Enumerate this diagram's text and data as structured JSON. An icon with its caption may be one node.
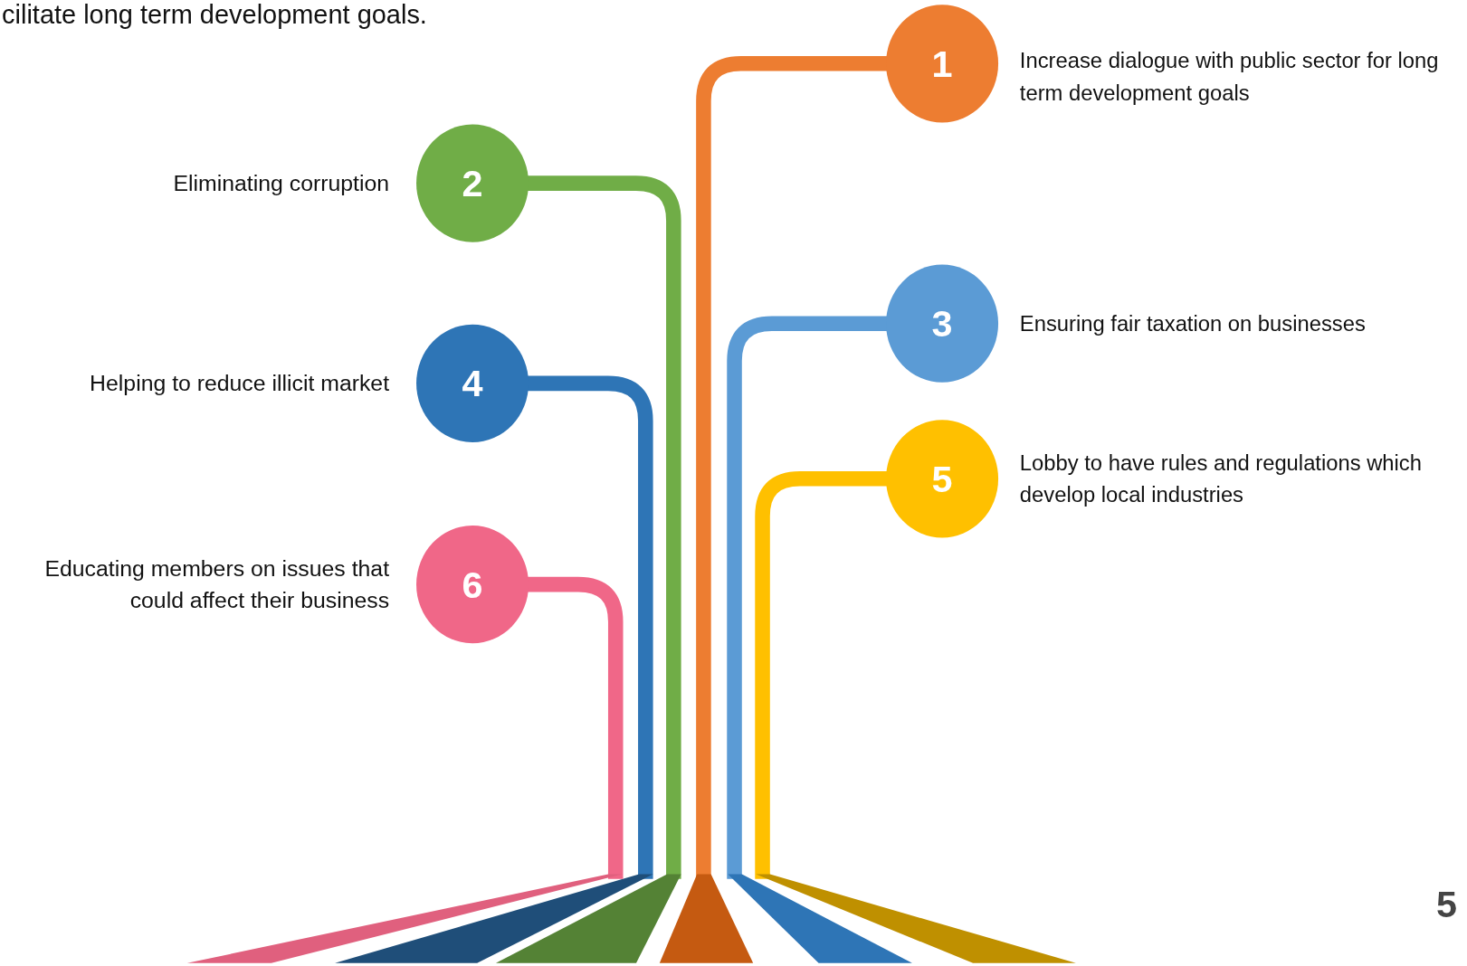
{
  "diagram": {
    "nodes": [
      {
        "text": [
          "1"
        ],
        "beside": [
          "Increase dialogue with public sector for long term development goals"
        ]
      },
      {
        "text": [
          "2"
        ],
        "beside": [
          "Eliminating corruption"
        ]
      },
      {
        "text": [
          "3"
        ],
        "beside": [
          "Ensuring fair taxation on businesses"
        ]
      },
      {
        "text": [
          "4"
        ],
        "beside": [
          "Helping to reduce illicit market"
        ]
      },
      {
        "text": [
          "5"
        ],
        "beside": [
          "Lobby to have rules and regulations which develop local industries"
        ]
      },
      {
        "text": [
          "6"
        ],
        "beside": [
          "Educating members on issues that could affect their business"
        ]
      }
    ],
    "labels": [
      "cilitate long term development goals.",
      "5"
    ]
  }
}
